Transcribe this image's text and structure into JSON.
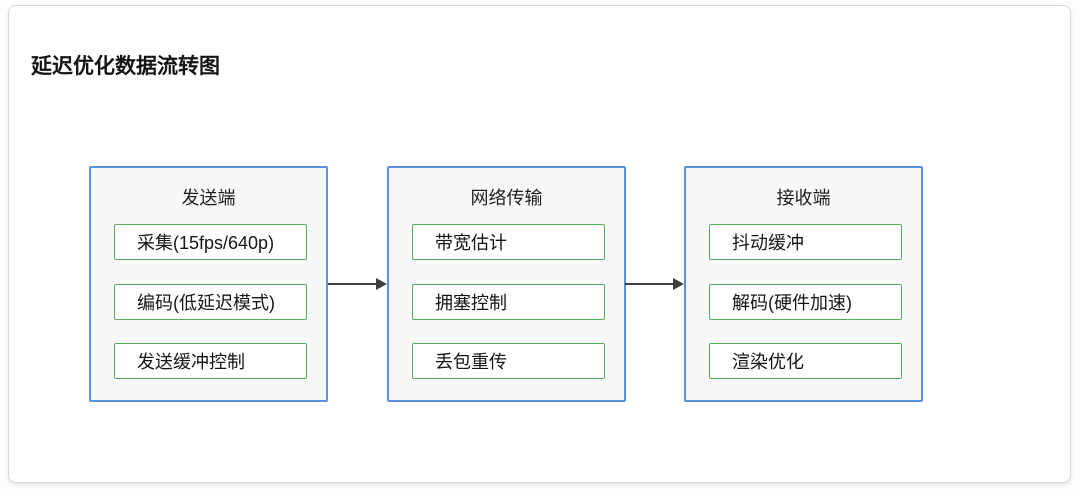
{
  "page": {
    "title": "延迟优化数据流转图"
  },
  "diagram": {
    "type": "flow",
    "direction": "left-to-right",
    "stages": [
      {
        "id": "sender",
        "title": "发送端",
        "items": [
          "采集(15fps/640p)",
          "编码(低延迟模式)",
          "发送缓冲控制"
        ]
      },
      {
        "id": "network",
        "title": "网络传输",
        "items": [
          "带宽估计",
          "拥塞控制",
          "丢包重传"
        ]
      },
      {
        "id": "receiver",
        "title": "接收端",
        "items": [
          "抖动缓冲",
          "解码(硬件加速)",
          "渲染优化"
        ]
      }
    ],
    "connections": [
      {
        "from": "发送端",
        "to": "网络传输"
      },
      {
        "from": "网络传输",
        "to": "接收端"
      }
    ],
    "colors": {
      "stage_border": "#5b92dd",
      "stage_fill": "#f6f9f7",
      "item_border": "#56ad62",
      "item_fill": "#ffffff",
      "arrow": "#3f3f3f",
      "card_border": "#d9d9d9",
      "title_text": "#141414"
    }
  }
}
